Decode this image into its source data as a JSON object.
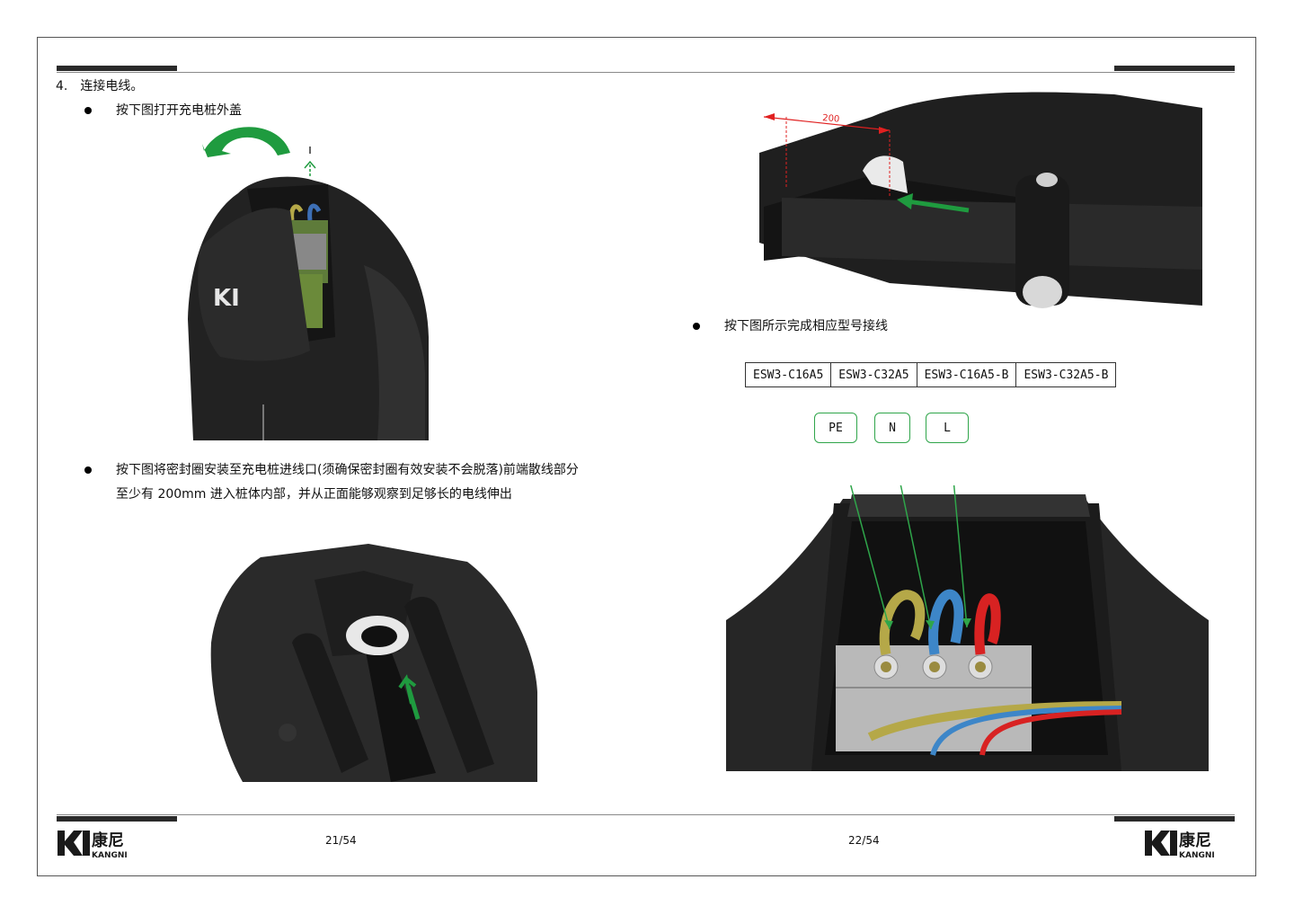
{
  "left_page": {
    "step_title": "4.　连接电线。",
    "bullet1": "按下图打开充电桩外盖",
    "bullet2_line1": "按下图将密封圈安装至充电桩进线口(须确保密封圈有效安装不会脱落)前端散线部分",
    "bullet2_line2": "至少有 200mm 进入桩体内部，并从正面能够观察到足够长的电线伸出",
    "page_number": "21/54"
  },
  "right_page": {
    "dimension_label": "200",
    "bullet3": "按下图所示完成相应型号接线",
    "models": [
      "ESW3-C16A5",
      "ESW3-C32A5",
      "ESW3-C16A5-B",
      "ESW3-C32A5-B"
    ],
    "terminal_labels": [
      "PE",
      "N",
      "L"
    ],
    "page_number": "22/54"
  },
  "brand": {
    "name_cn": "康尼",
    "name_en": "KANGNI"
  },
  "colors": {
    "arrow_green": "#1f9b3f",
    "label_green": "#2fa54a",
    "dimension_red": "#e02020",
    "device_black": "#1c1c1c"
  }
}
